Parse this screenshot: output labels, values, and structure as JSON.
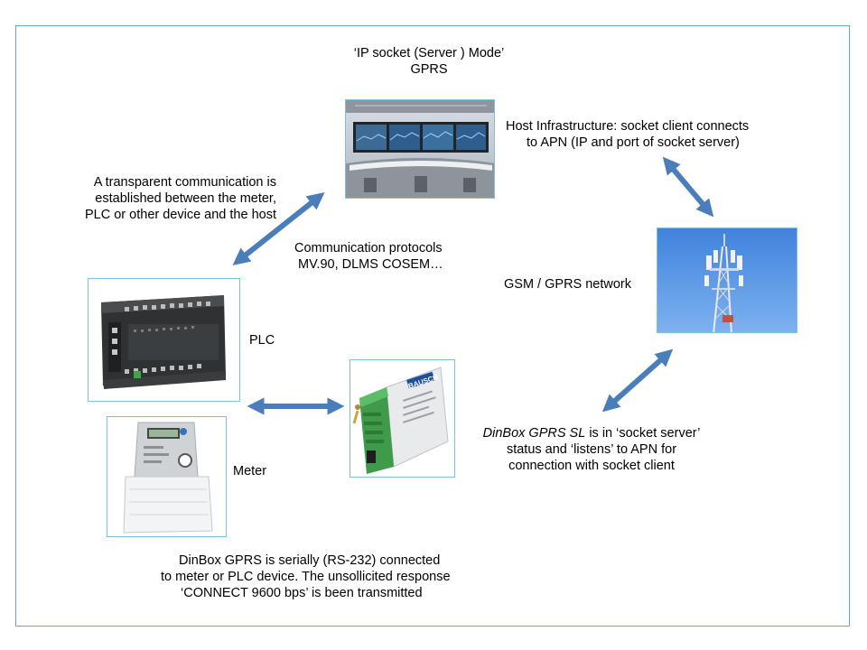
{
  "title_line1": "‘IP socket (Server ) Mode’",
  "title_line2": "GPRS",
  "host_line1": "Host Infrastructure:  socket client connects",
  "host_line2": "to APN (IP and port of socket server)",
  "transparent_line1": "A transparent communication is",
  "transparent_line2": "established between the meter,",
  "transparent_line3": "PLC or other device and the host",
  "protocols_line1": "Communication protocols",
  "protocols_line2": "MV.90, DLMS COSEM…",
  "gsm_label": "GSM / GPRS network",
  "plc_label": "PLC",
  "meter_label": "Meter",
  "dinbox_line1_italic": "DinBox GPRS SL",
  "dinbox_line1_rest": " is in ‘socket server’",
  "dinbox_line2": "status and ‘listens’ to APN for",
  "dinbox_line3": "connection with socket client",
  "bottom_line1": "DinBox GPRS is serially (RS-232) connected",
  "bottom_line2": "to meter or PLC device. The unsollicited response",
  "bottom_line3": "‘CONNECT 9600 bps’ is been transmitted",
  "device_brand": "BAUSCH",
  "colors": {
    "arrow": "#4a7ebb",
    "frame": "#5aaecc",
    "image_border": "#7fc2d8",
    "sky": "#4f8ee0"
  }
}
